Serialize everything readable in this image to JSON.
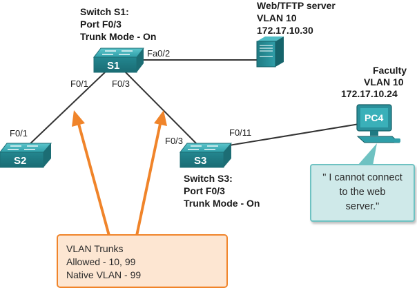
{
  "switch_s1": {
    "name": "S1",
    "title": "Switch S1:",
    "port_line": "Port F0/3",
    "mode_line": "Trunk Mode - On",
    "ports": {
      "to_server": "Fa0/2",
      "to_s2": "F0/1",
      "to_s3": "F0/3"
    }
  },
  "switch_s2": {
    "name": "S2",
    "ports": {
      "to_s1": "F0/1"
    }
  },
  "switch_s3": {
    "name": "S3",
    "title": "Switch S3:",
    "port_line": "Port F0/3",
    "mode_line": "Trunk Mode - On",
    "ports": {
      "to_s1": "F0/3",
      "to_pc4": "F0/11"
    }
  },
  "server": {
    "title": "Web/TFTP server",
    "vlan": "VLAN 10",
    "ip": "172.17.10.30"
  },
  "pc4": {
    "name": "PC4",
    "title": "Faculty",
    "vlan": "VLAN 10",
    "ip": "172.17.10.24"
  },
  "speech": {
    "lines": [
      "\" I cannot connect",
      "to the web",
      "server.\""
    ]
  },
  "trunk_note": {
    "lines": [
      "VLAN Trunks",
      "Allowed - 10, 99",
      "Native VLAN - 99"
    ]
  },
  "colors": {
    "switch_face": "#2a8f9a",
    "switch_top": "#3fb4bd",
    "link": "#333333",
    "arrow": "#f0842a",
    "bubble_fill": "#cfe9e9",
    "note_fill": "#fde6d2"
  }
}
